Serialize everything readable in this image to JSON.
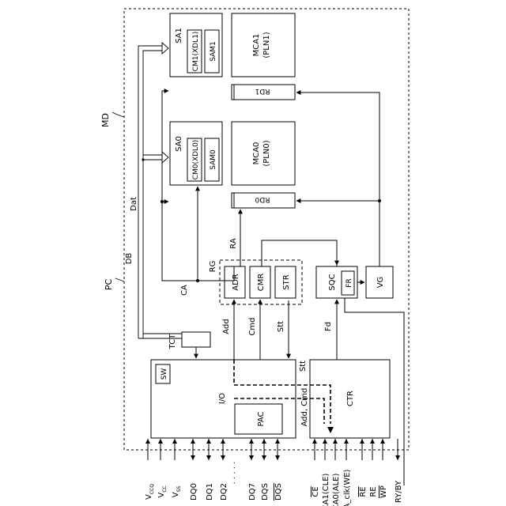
{
  "labels": {
    "md": "MD",
    "pc": "PC",
    "db": "DB",
    "dat": "Dat",
    "ca": "CA",
    "rg": "RG",
    "ra": "RA",
    "add": "Add",
    "cmd": "Cmd",
    "stt": "Stt",
    "fd": "Fd",
    "tct": "TCT",
    "sa1": "SA1",
    "sam1": "SAM1",
    "cm1": "CM1(XDL1)",
    "mca1": "MCA1",
    "pln1": "(PLN1)",
    "sa0": "SA0",
    "sam0": "SAM0",
    "cm0": "CM0(XDL0)",
    "mca0": "MCA0",
    "pln0": "(PLN0)",
    "rd1": "RD1",
    "rd0": "RD0",
    "adr": "ADR",
    "cmr": "CMR",
    "str": "STR",
    "sqc": "SQC",
    "fr": "FR",
    "vg": "VG",
    "io": "I/O",
    "sw": "SW",
    "pac": "PAC",
    "ctr": "CTR",
    "add_cmd": "Add, Cmd",
    "stt_in": "Stt"
  },
  "pins": [
    {
      "base": "V",
      "sub": "CCQ"
    },
    {
      "base": "V",
      "sub": "CC"
    },
    {
      "base": "V",
      "sub": "SS"
    },
    {
      "base": "DQ0",
      "sub": ""
    },
    {
      "base": "DQ1",
      "sub": ""
    },
    {
      "base": "DQ2",
      "sub": ""
    },
    {
      "base": "DQ7",
      "sub": ""
    },
    {
      "base": "DQS",
      "sub": ""
    },
    {
      "base": "DQS",
      "sub": ""
    },
    {
      "base": "CE",
      "sub": ""
    },
    {
      "base": "CA1(CLE)",
      "sub": ""
    },
    {
      "base": "CA0(ALE)",
      "sub": ""
    },
    {
      "base": "CA_clk(WE)",
      "sub": ""
    },
    {
      "base": "RE",
      "sub": ""
    },
    {
      "base": "RE",
      "sub": ""
    },
    {
      "base": "WP",
      "sub": ""
    },
    {
      "base": "RY/BY",
      "sub": ""
    }
  ],
  "ellipsis": "· · · · ·"
}
